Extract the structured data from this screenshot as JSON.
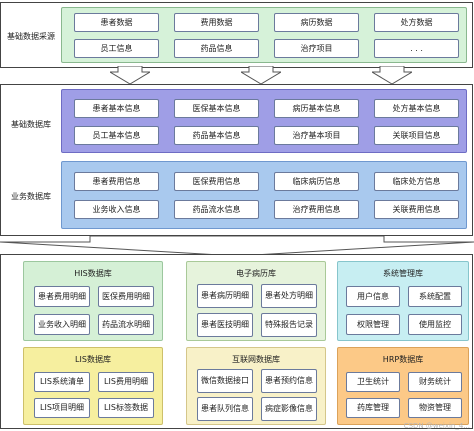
{
  "layers": {
    "source": {
      "label": "基础数据采源",
      "items": [
        "患者数据",
        "费用数据",
        "病历数据",
        "处方数据",
        "员工信息",
        "药品信息",
        "治疗项目",
        ". . ."
      ]
    },
    "base": {
      "label": "基础数据库",
      "items": [
        "患者基本信息",
        "医保基本信息",
        "病历基本信息",
        "处方基本信息",
        "员工基本信息",
        "药品基本信息",
        "治疗基本项目",
        "关联项目信息"
      ]
    },
    "business": {
      "label": "业务数据库",
      "items": [
        "患者费用信息",
        "医保费用信息",
        "临床病历信息",
        "临床处方信息",
        "业务收入信息",
        "药品流水信息",
        "治疗费用信息",
        "关联费用信息"
      ]
    }
  },
  "subsystems": {
    "his": {
      "title": "HIS数据库",
      "items": [
        "患者费用明细",
        "医保费用明细",
        "业务收入明细",
        "药品流水明细"
      ]
    },
    "emr": {
      "title": "电子病历库",
      "items": [
        "患者病历明细",
        "患者处方明细",
        "患者医技明细",
        "特殊报告记录"
      ]
    },
    "sys": {
      "title": "系统管理库",
      "items": [
        "用户信息",
        "系统配置",
        "权限管理",
        "使用监控"
      ]
    },
    "lis": {
      "title": "LIS数据库",
      "items": [
        "LIS系统清单",
        "LIS费用明细",
        "LIS项目明细",
        "LIS标签数据"
      ]
    },
    "internet": {
      "title": "互联网数据库",
      "items": [
        "微信数据接口",
        "患者预约信息",
        "患者队列信息",
        "病症影像信息"
      ]
    },
    "hrp": {
      "title": "HRP数据库",
      "items": [
        "卫生统计",
        "财务统计",
        "药库管理",
        "物资管理"
      ]
    }
  },
  "watermark": "CSDN @weixin_4..."
}
